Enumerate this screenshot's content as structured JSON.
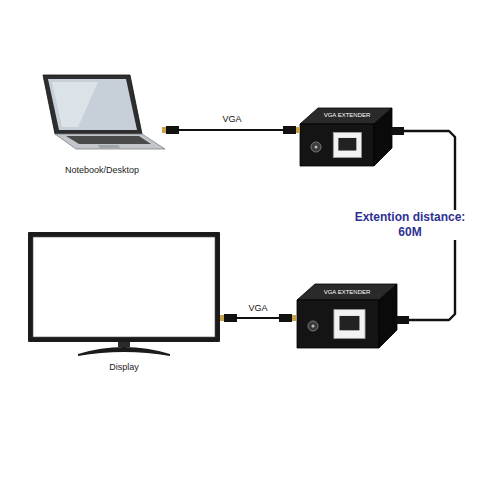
{
  "diagram": {
    "nodes": [
      {
        "text": [
          "Notebook/Desktop"
        ]
      },
      {
        "text": [
          "VGA EXTENDER"
        ]
      },
      {
        "text": [
          "Display"
        ]
      },
      {
        "text": [
          "VGA EXTENDER"
        ]
      }
    ],
    "edges": [
      {
        "from": 0,
        "to": 1,
        "arrow": "none",
        "label": "VGA"
      },
      {
        "from": 1,
        "to": 3,
        "arrow": "none",
        "label": "Extention distance: 60M"
      },
      {
        "from": 2,
        "to": 3,
        "arrow": "none",
        "label": "VGA"
      }
    ]
  }
}
